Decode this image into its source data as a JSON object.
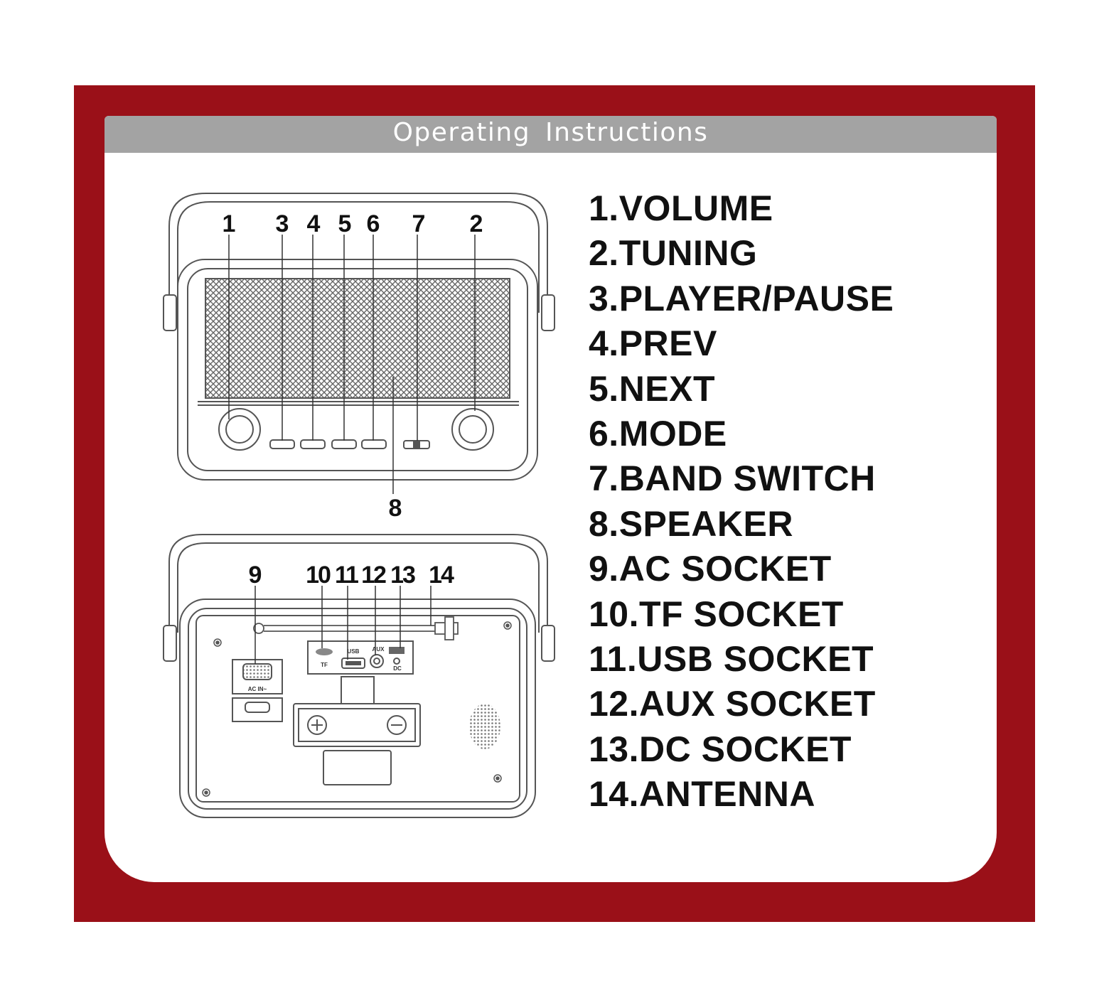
{
  "header": {
    "title": "Operating Instructions"
  },
  "front_view": {
    "callouts": [
      "1",
      "3",
      "4",
      "5",
      "6",
      "7",
      "2",
      "8"
    ]
  },
  "back_view": {
    "callouts": [
      "9",
      "10",
      "11",
      "12",
      "13",
      "14"
    ],
    "port_labels": {
      "tf": "TF",
      "usb": "USB",
      "aux": "AUX",
      "dc": "DC",
      "ac": "AC IN~"
    }
  },
  "legend": {
    "items": [
      "1.VOLUME",
      "2.TUNING",
      "3.PLAYER/PAUSE",
      "4.PREV",
      "5.NEXT",
      "6.MODE",
      "7.BAND SWITCH",
      "8.SPEAKER",
      "9.AC SOCKET",
      "10.TF SOCKET",
      "11.USB SOCKET",
      "12.AUX SOCKET",
      "13.DC SOCKET",
      "14.ANTENNA"
    ]
  },
  "colors": {
    "frame": "#9a1018",
    "header_bar": "#a3a3a3",
    "panel": "#ffffff",
    "line": "#555555"
  }
}
